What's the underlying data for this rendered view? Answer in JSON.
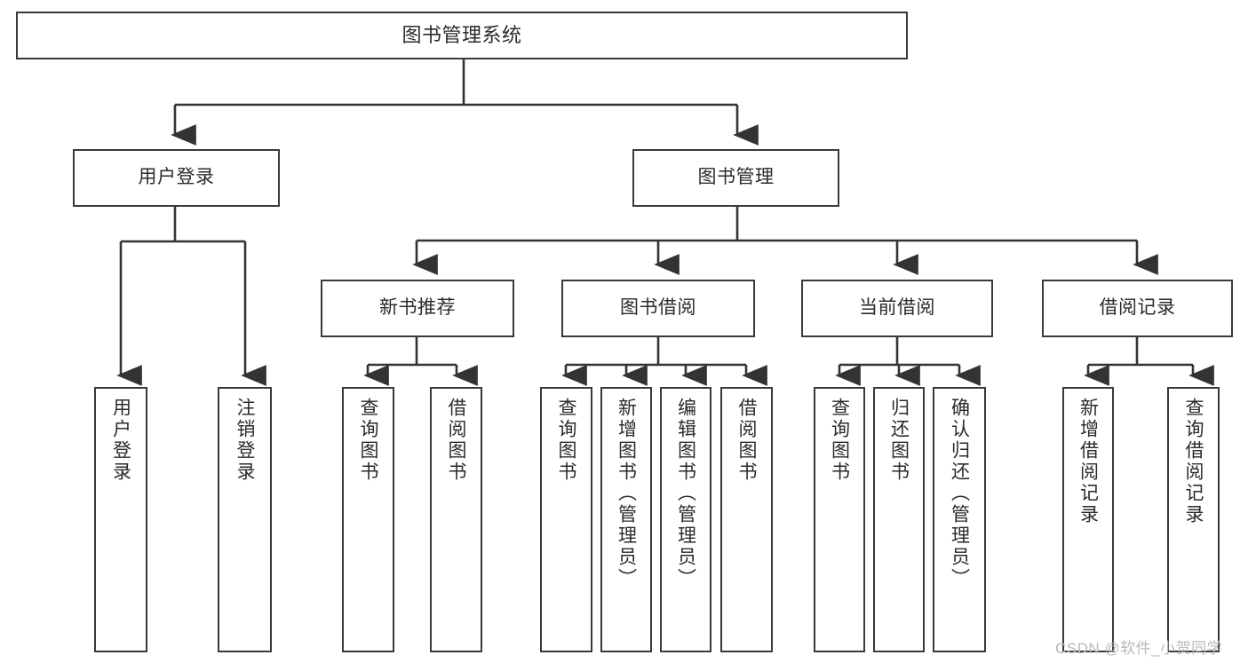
{
  "diagram": {
    "type": "tree",
    "title": "图书管理系统",
    "orientation": "top-down",
    "colors": {
      "box_border": "#3a3a3a",
      "box_fill": "#ffffff",
      "edge": "#333333",
      "text": "#2b2b2b",
      "watermark": "#b9b9b9",
      "background": "#ffffff"
    },
    "root": {
      "label": "图书管理系统"
    },
    "level2": [
      {
        "label": "用户登录"
      },
      {
        "label": "图书管理"
      }
    ],
    "level3": [
      {
        "label": "新书推荐"
      },
      {
        "label": "图书借阅"
      },
      {
        "label": "当前借阅"
      },
      {
        "label": "借阅记录"
      }
    ],
    "leaves": {
      "user_login": [
        {
          "label": "用户登录"
        },
        {
          "label": "注销登录"
        }
      ],
      "new_book_recommend": [
        {
          "label": "查询图书"
        },
        {
          "label": "借阅图书"
        }
      ],
      "book_borrow": [
        {
          "label": "查询图书"
        },
        {
          "label": "新增图书（管理员）"
        },
        {
          "label": "编辑图书（管理员）"
        },
        {
          "label": "借阅图书"
        }
      ],
      "current_borrow": [
        {
          "label": "查询图书"
        },
        {
          "label": "归还图书"
        },
        {
          "label": "确认归还（管理员）"
        }
      ],
      "borrow_record": [
        {
          "label": "新增借阅记录"
        },
        {
          "label": "查询借阅记录"
        }
      ]
    }
  },
  "watermark": {
    "text": "CSDN @软件_小贺同学"
  }
}
